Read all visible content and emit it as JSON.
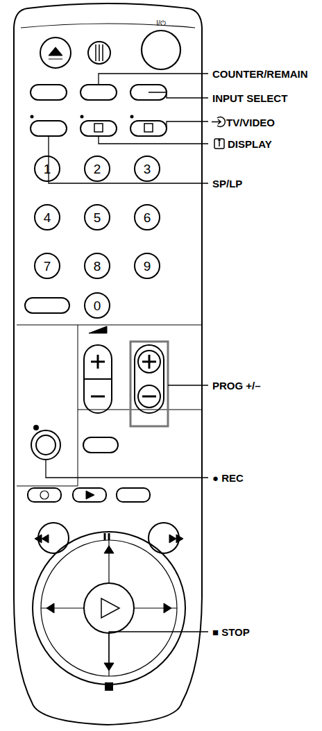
{
  "diagram": {
    "labels": [
      "I/⏻",
      "COUNTER/REMAIN",
      "INPUT SELECT",
      "TV/VIDEO",
      "DISPLAY",
      "SP/LP",
      "1",
      "2",
      "3",
      "4",
      "5",
      "6",
      "7",
      "8",
      "9",
      "0",
      "PROG +/–",
      "● REC",
      "■ STOP"
    ]
  }
}
